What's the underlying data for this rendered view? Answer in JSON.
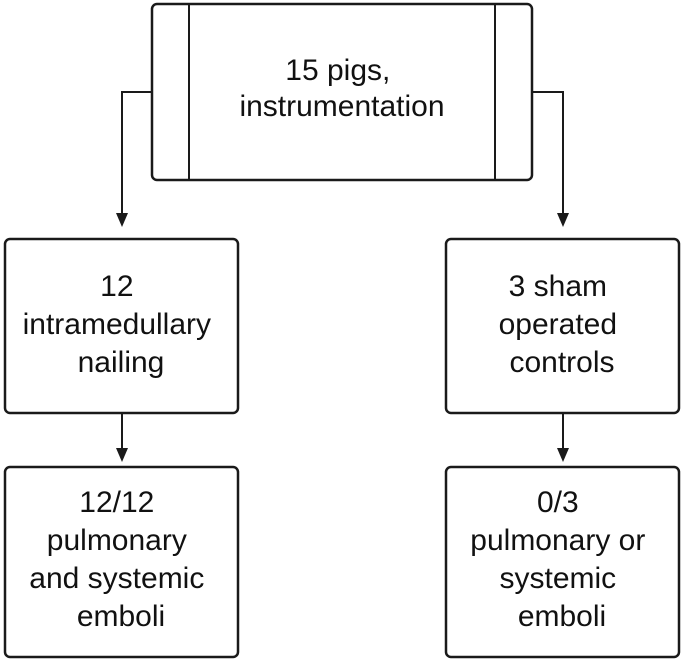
{
  "nodes": {
    "root": {
      "lines": [
        "15 pigs,",
        "instrumentation"
      ]
    },
    "left_group": {
      "lines": [
        "12",
        "intramedullary",
        "nailing"
      ]
    },
    "right_group": {
      "lines": [
        "3 sham",
        "operated",
        "controls"
      ]
    },
    "left_outcome": {
      "lines": [
        "12/12",
        "pulmonary",
        "and systemic",
        "emboli"
      ]
    },
    "right_outcome": {
      "lines": [
        "0/3",
        "pulmonary or",
        "systemic",
        "emboli"
      ]
    }
  },
  "edges": [
    {
      "from": "root",
      "to": "left_group"
    },
    {
      "from": "root",
      "to": "right_group"
    },
    {
      "from": "left_group",
      "to": "left_outcome"
    },
    {
      "from": "right_group",
      "to": "right_outcome"
    }
  ],
  "colors": {
    "stroke": "#1a1a1a",
    "text": "#111111",
    "fill": "#ffffff"
  }
}
